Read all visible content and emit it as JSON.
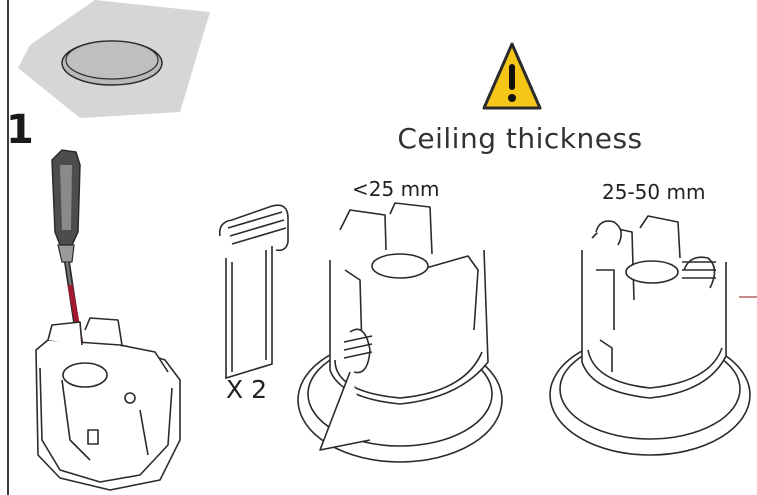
{
  "step": {
    "number": "1"
  },
  "warning": {
    "title": "Ceiling thickness",
    "icon": "warning-triangle-icon",
    "icon_color": "#f5c518"
  },
  "options": [
    {
      "label": "<25 mm"
    },
    {
      "label": "25-50 mm"
    }
  ],
  "spring": {
    "quantity_label": "X 2"
  },
  "colors": {
    "arrow": "#a3192e",
    "line": "#2b2b2b",
    "tile": "#d9d9d9"
  }
}
